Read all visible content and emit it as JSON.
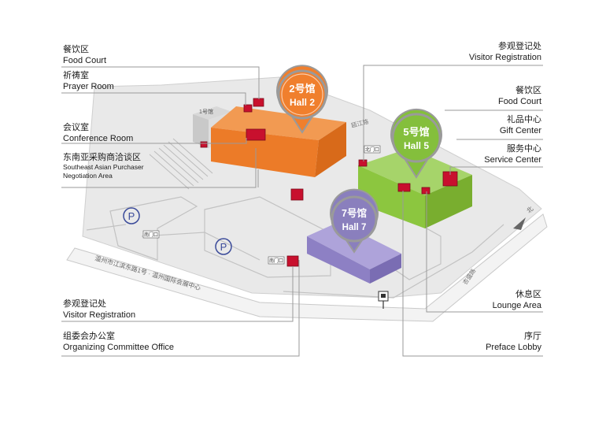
{
  "labels_left": [
    {
      "zh": "餐饮区",
      "en": "Food Court"
    },
    {
      "zh": "祈祷室",
      "en": "Prayer Room"
    },
    {
      "zh": "会议室",
      "en": "Conference Room"
    },
    {
      "zh": "东南亚采购商洽谈区",
      "en1": "Southeast Asian Purchaser",
      "en2": "Negotiation Area"
    },
    {
      "zh": "参观登记处",
      "en": "Visitor Registration"
    },
    {
      "zh": "组委会办公室",
      "en": "Organizing Committee Office"
    }
  ],
  "labels_right": [
    {
      "zh": "参观登记处",
      "en": "Visitor Registration"
    },
    {
      "zh": "餐饮区",
      "en": "Food Court"
    },
    {
      "zh": "礼品中心",
      "en": "Gift Center"
    },
    {
      "zh": "服务中心",
      "en": "Service Center"
    },
    {
      "zh": "休息区",
      "en": "Lounge Area"
    },
    {
      "zh": "序厅",
      "en": "Preface Lobby"
    }
  ],
  "halls": [
    {
      "zh": "2号馆",
      "en": "Hall 2",
      "color": "#ee7d2b",
      "pin": "#f07f2d"
    },
    {
      "zh": "5号馆",
      "en": "Hall 5",
      "color": "#8cc63f",
      "pin": "#84bf3c"
    },
    {
      "zh": "7号馆",
      "en": "Hall 7",
      "color": "#8d80c4",
      "pin": "#8a7fbd"
    }
  ],
  "hall1_label": "1号馆",
  "parking": "P",
  "north": "北",
  "gates": [
    "南门口",
    "北门口",
    "南门口"
  ],
  "roads": {
    "main": "温州市江滨东路1号 · 温州国际会展中心",
    "upper": "瓯江路",
    "right": "杏盛路"
  },
  "colors": {
    "marker": "#c8102e",
    "ground": "#e6e6e6",
    "road_edge": "#bdbdbd",
    "pin_ring": "#9a9a9a"
  }
}
